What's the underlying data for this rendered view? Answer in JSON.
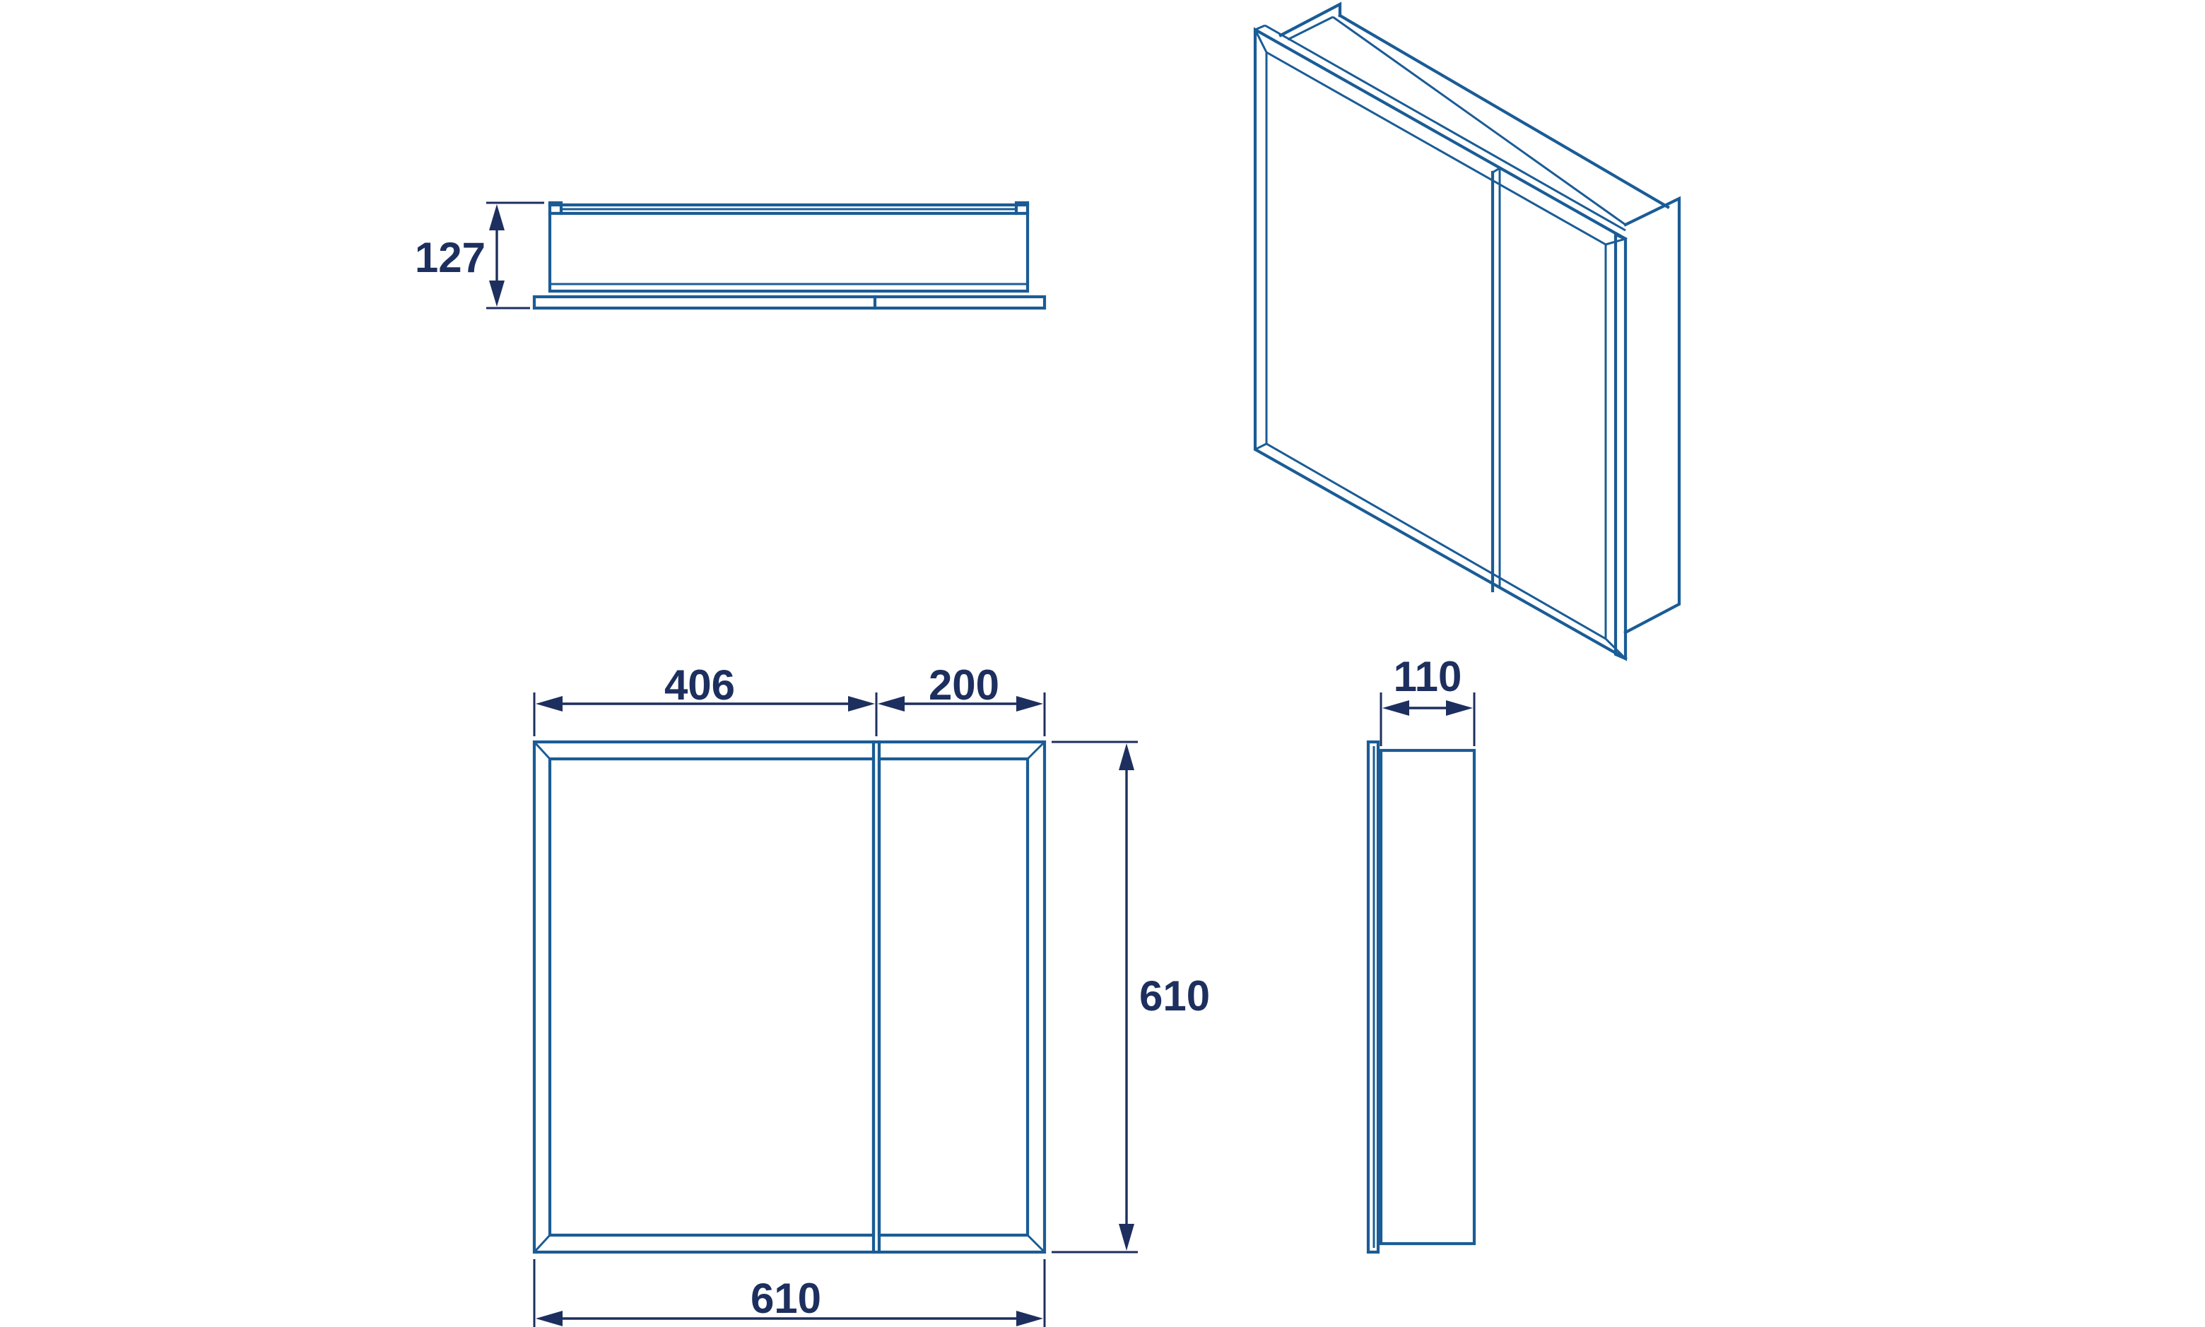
{
  "colors": {
    "outline": "#1a5c96",
    "dimension": "#1d2f5e",
    "background": "#ffffff"
  },
  "dimensions": {
    "top_view_depth": "127",
    "front_left_door_width": "406",
    "front_right_door_width": "200",
    "front_total_width": "610",
    "front_total_height": "610",
    "side_view_depth": "110"
  }
}
